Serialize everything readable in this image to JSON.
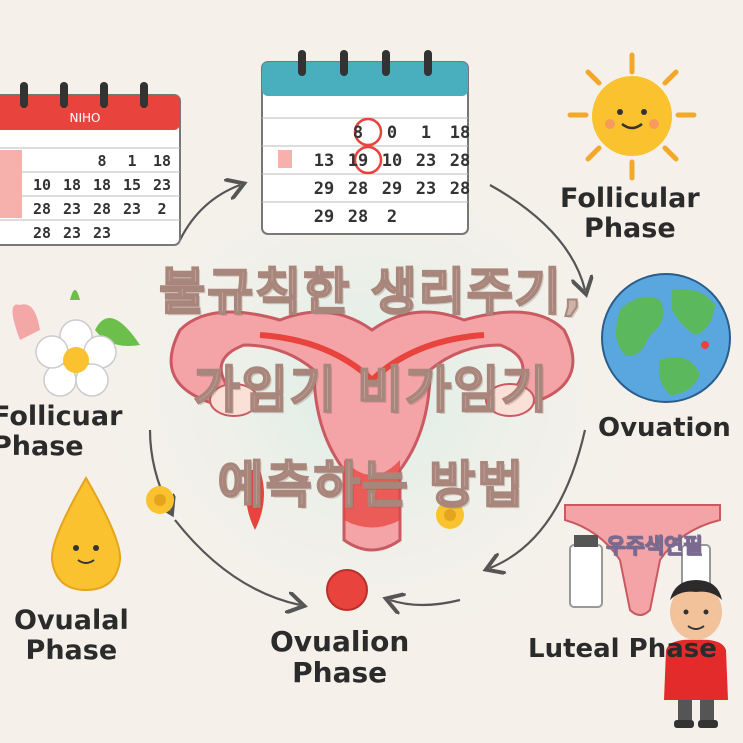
{
  "calendar_left": {
    "header": "NIHO",
    "weekdays": [
      "",
      "",
      "",
      "",
      "",
      ""
    ],
    "rows": [
      [
        "",
        "",
        "",
        "8",
        "1",
        "18"
      ],
      [
        "",
        "10",
        "18",
        "18",
        "15",
        "23"
      ],
      [
        "",
        "28",
        "23",
        "28",
        "23",
        "2"
      ],
      [
        "",
        "28",
        "23",
        "23",
        "",
        ""
      ]
    ]
  },
  "calendar_center": {
    "rows": [
      [
        "",
        "",
        "8",
        "0",
        "1",
        "18"
      ],
      [
        "",
        "13",
        "19",
        "10",
        "23",
        "28"
      ],
      [
        "",
        "29",
        "28",
        "29",
        "23",
        "28"
      ],
      [
        "",
        "29",
        "28",
        "2",
        "",
        ""
      ]
    ]
  },
  "labels": {
    "follicular_top_right": "Follicular\nPhase",
    "follicuar_left": "Follicuar\nPhase",
    "ovuation_right": "Ovuation",
    "ovualal_left": "Ovualal\nPhase",
    "ovualion_bottom": "Ovualion\nPhase",
    "luteal_bottom_right": "Luteal Phase"
  },
  "overlay_title": {
    "line1": "불규칙한 생리주기,",
    "line2": "가임기 비가임기",
    "line3": "예측하는 방법"
  },
  "watermark": "우주색연필",
  "colors": {
    "background": "#f5f1ea",
    "calendar_red": "#e8433c",
    "calendar_teal": "#49aebd",
    "uterus_pink": "#f08a8e",
    "sun": "#f9c22e"
  }
}
